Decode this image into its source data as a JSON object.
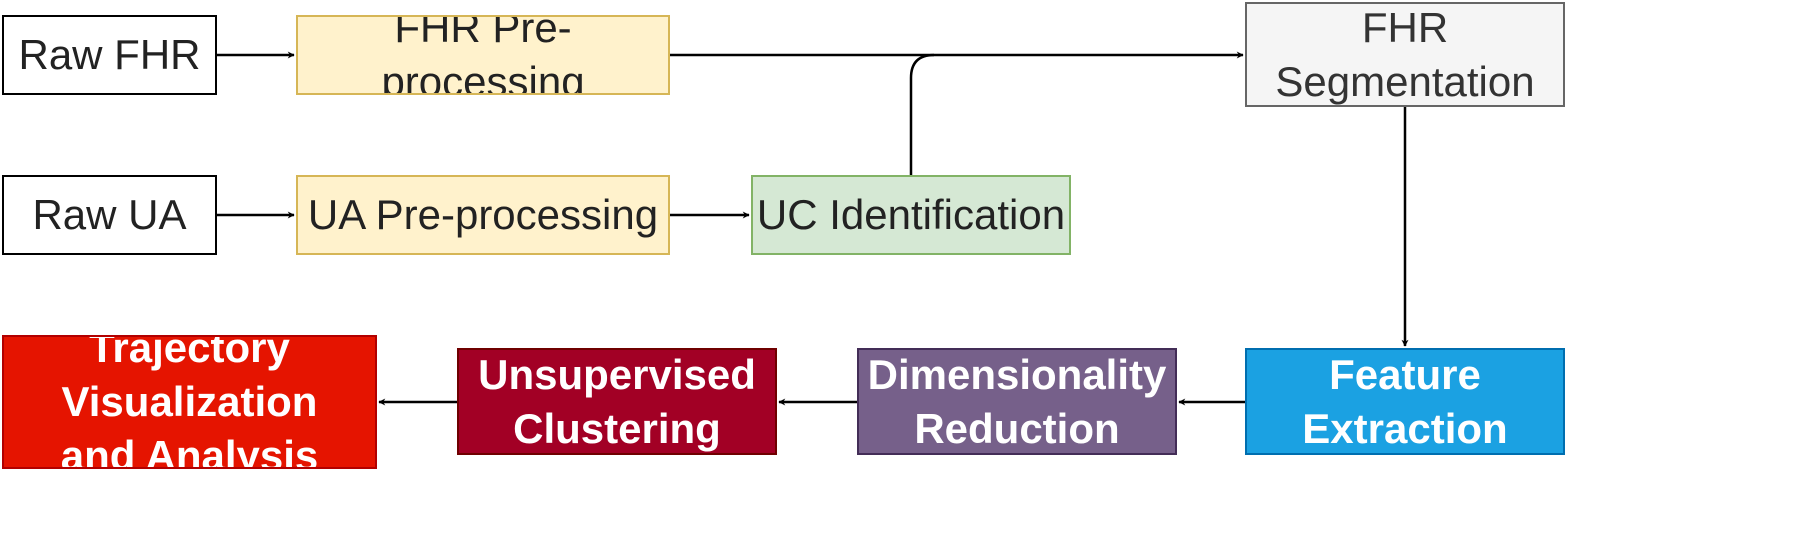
{
  "diagram": {
    "nodes": {
      "raw_fhr": {
        "label": "Raw FHR",
        "fill": "#ffffff",
        "stroke": "#000000",
        "text_color": "#222222"
      },
      "fhr_pre": {
        "label": "FHR Pre-processing",
        "fill": "#fff2cc",
        "stroke": "#d6b656",
        "text_color": "#222222"
      },
      "fhr_seg": {
        "label": "FHR\nSegmentation",
        "fill": "#f5f5f5",
        "stroke": "#666666",
        "text_color": "#333333"
      },
      "raw_ua": {
        "label": "Raw UA",
        "fill": "#ffffff",
        "stroke": "#000000",
        "text_color": "#222222"
      },
      "ua_pre": {
        "label": "UA Pre-processing",
        "fill": "#fff2cc",
        "stroke": "#d6b656",
        "text_color": "#222222"
      },
      "uc_id": {
        "label": "UC Identification",
        "fill": "#d5e8d4",
        "stroke": "#82b366",
        "text_color": "#222222"
      },
      "feature": {
        "label": "Feature\nExtraction",
        "fill": "#1ba1e2",
        "stroke": "#006eaf",
        "text_color": "#ffffff"
      },
      "dimred": {
        "label": "Dimensionality\nReduction",
        "fill": "#76608a",
        "stroke": "#432d57",
        "text_color": "#ffffff"
      },
      "cluster": {
        "label": "Unsupervised\nClustering",
        "fill": "#a20025",
        "stroke": "#6f0000",
        "text_color": "#ffffff"
      },
      "traj": {
        "label": "Trajectory\nVisualization\nand Analysis",
        "fill": "#e51400",
        "stroke": "#b20000",
        "text_color": "#ffffff"
      }
    },
    "edge_color": "#000000",
    "edges": [
      {
        "from": "raw_fhr",
        "to": "fhr_pre"
      },
      {
        "from": "fhr_pre",
        "to": "fhr_seg"
      },
      {
        "from": "raw_ua",
        "to": "ua_pre"
      },
      {
        "from": "ua_pre",
        "to": "uc_id"
      },
      {
        "from": "uc_id",
        "to": "fhr_seg"
      },
      {
        "from": "fhr_seg",
        "to": "feature"
      },
      {
        "from": "feature",
        "to": "dimred"
      },
      {
        "from": "dimred",
        "to": "cluster"
      },
      {
        "from": "cluster",
        "to": "traj"
      }
    ]
  }
}
